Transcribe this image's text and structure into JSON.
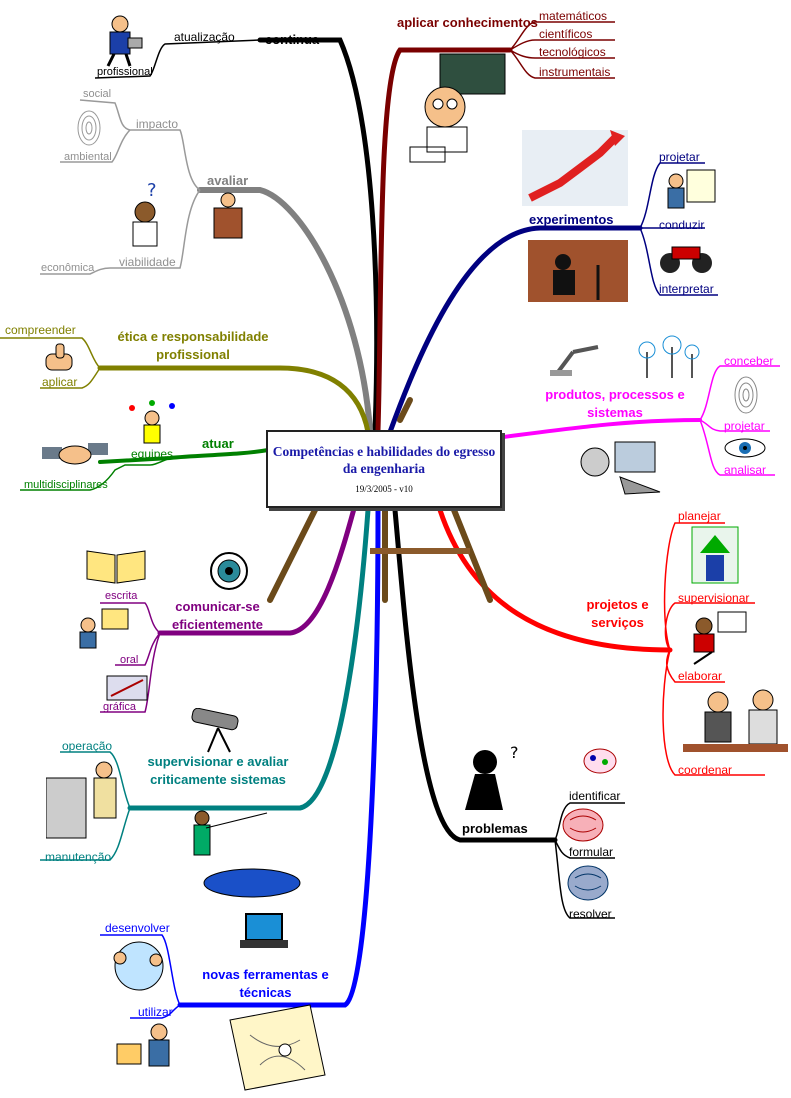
{
  "center": {
    "title": "Competências e habilidades do egresso da engenharia",
    "date": "19/3/2005 - v10"
  },
  "branches": {
    "continua": {
      "label": "continua",
      "color": "#000000",
      "subs": [
        "atualização",
        "profissional"
      ]
    },
    "aplicar": {
      "label": "aplicar conhecimentos",
      "color": "#7a0000",
      "subs": [
        "matemáticos",
        "científicos",
        "tecnológicos",
        "instrumentais"
      ]
    },
    "avaliar": {
      "label": "avaliar",
      "color": "#808080",
      "subs": [
        "impacto",
        "social",
        "ambiental",
        "viabilidade",
        "econômica"
      ]
    },
    "experimentos": {
      "label": "experimentos",
      "color": "#000080",
      "subs": [
        "projetar",
        "conduzir",
        "interpretar"
      ]
    },
    "etica": {
      "label": "ética e responsabilidade profissional",
      "color": "#808000",
      "subs": [
        "compreender",
        "aplicar"
      ]
    },
    "produtos": {
      "label": "produtos, processos e sistemas",
      "color": "#ff00ff",
      "subs": [
        "conceber",
        "projetar",
        "analisar"
      ]
    },
    "atuar": {
      "label": "atuar",
      "color": "#008000",
      "subs": [
        "equipes",
        "multidisciplinares"
      ]
    },
    "comunicar": {
      "label": "comunicar-se eficientemente",
      "color": "#800080",
      "subs": [
        "escrita",
        "oral",
        "gráfica"
      ]
    },
    "projetos": {
      "label": "projetos e serviços",
      "color": "#ff0000",
      "subs": [
        "planejar",
        "supervisionar",
        "elaborar",
        "coordenar"
      ]
    },
    "supervisionar": {
      "label": "supervisionar e avaliar criticamente sistemas",
      "color": "#008080",
      "subs": [
        "operação",
        "manutenção"
      ]
    },
    "problemas": {
      "label": "problemas",
      "color": "#000000",
      "subs": [
        "identificar",
        "formular",
        "resolver"
      ]
    },
    "novas": {
      "label": "novas ferramentas e técnicas",
      "color": "#0000ff",
      "subs": [
        "desenvolver",
        "utilizar"
      ]
    }
  }
}
